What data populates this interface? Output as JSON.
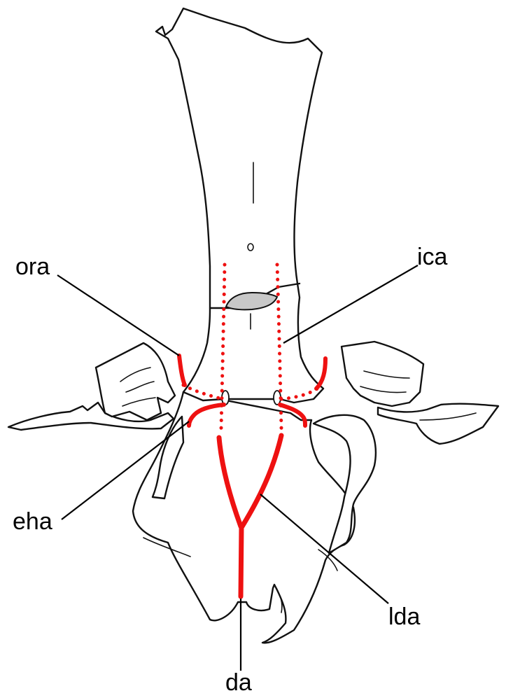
{
  "colors": {
    "artery": "#ee1111",
    "bone_outline": "#111111",
    "foramen_fill": "#c8c8c8",
    "background": "#ffffff"
  },
  "labels": {
    "ora": "ora",
    "ica": "ica",
    "eha": "eha",
    "lda": "lda",
    "da": "da"
  }
}
